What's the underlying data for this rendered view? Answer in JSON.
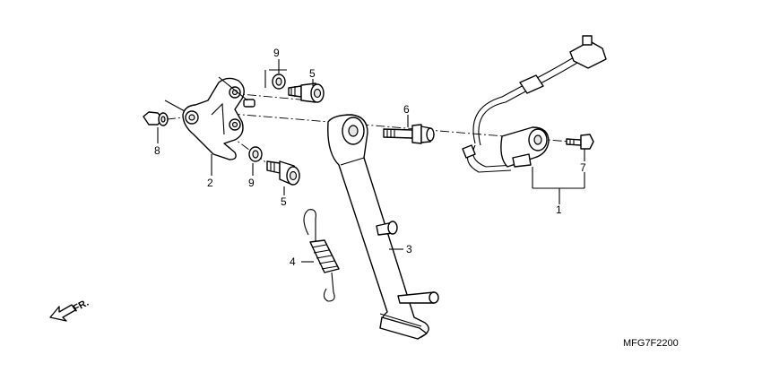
{
  "callouts": {
    "c1": "1",
    "c2": "2",
    "c3": "3",
    "c4": "4",
    "c5a": "5",
    "c5b": "5",
    "c6": "6",
    "c7": "7",
    "c8": "8",
    "c9a": "9",
    "c9b": "9"
  },
  "direction_label": "FR.",
  "diagram_code": "MFG7F2200",
  "colors": {
    "ink": "#000000",
    "paper": "#ffffff"
  }
}
